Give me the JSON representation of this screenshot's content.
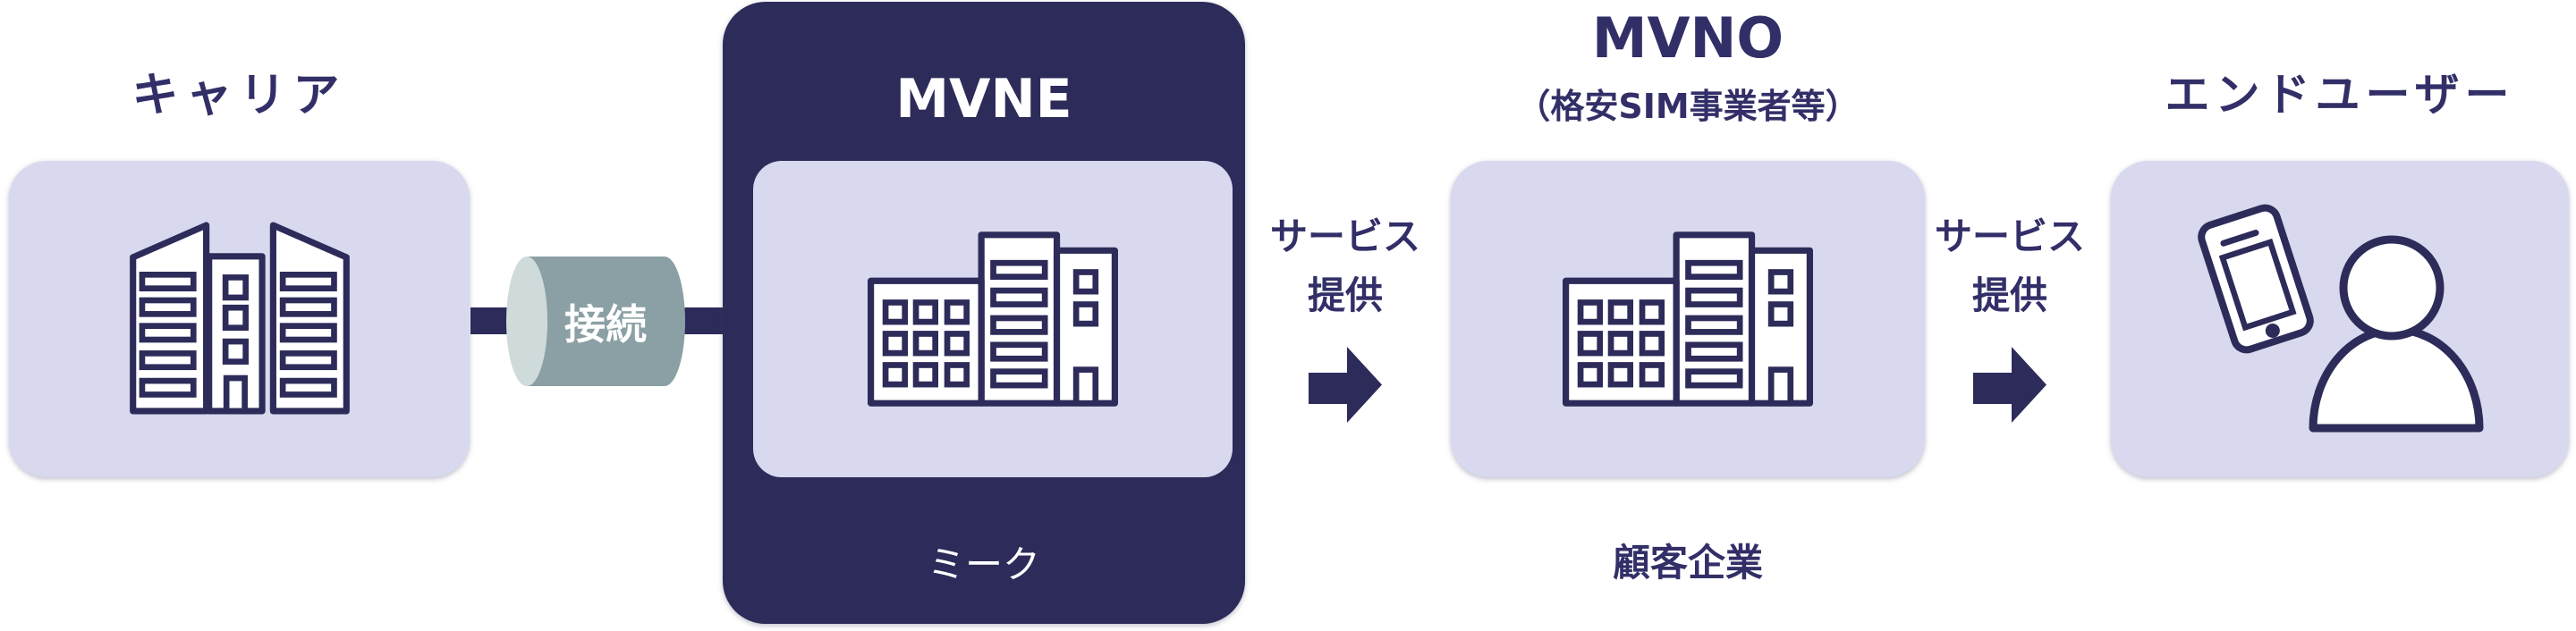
{
  "colors": {
    "box_lavender": "#d8d8ee",
    "box_navy": "#2d2b59",
    "text_navy": "#322f68",
    "icon_stroke": "#2d2b59",
    "cylinder_body": "#8ba0a4",
    "cylinder_cap": "#cfdadb",
    "label_white": "#ffffff",
    "background": "#ffffff"
  },
  "carrier": {
    "title": "キャリア"
  },
  "connection": {
    "label": "接続"
  },
  "mvne": {
    "title": "MVNE",
    "sublabel": "ミーク"
  },
  "services": [
    {
      "line1": "サービス",
      "line2": "提供"
    },
    {
      "line1": "サービス",
      "line2": "提供"
    }
  ],
  "mvno": {
    "title": "MVNO",
    "subtitle": "（格安SIM事業者等）",
    "label_below": "顧客企業"
  },
  "enduser": {
    "title": "エンドユーザー"
  },
  "icons": {
    "carrier": "twin-office-building-icon",
    "connection": "pipe-cylinder-icon",
    "mvne": "office-building-icon",
    "mvno": "office-building-icon",
    "service_flow": "right-arrow-icon",
    "enduser": "smartphone-and-person-icon"
  }
}
